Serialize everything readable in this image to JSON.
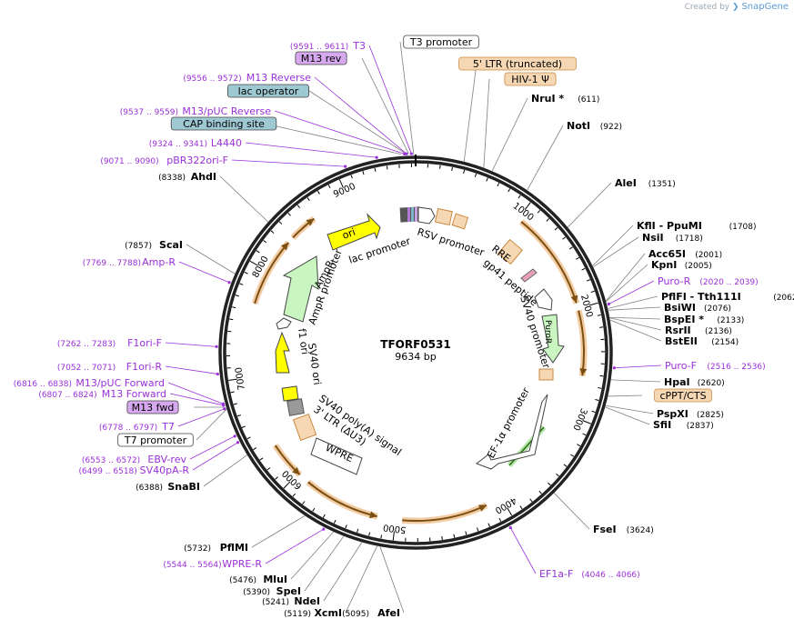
{
  "credit": {
    "prefix": "Created by",
    "brand": "SnapGene"
  },
  "plasmid": {
    "name": "TFORF0531",
    "size": "9634 bp",
    "length": 9634
  },
  "ticks": [
    "1000",
    "2000",
    "3000",
    "4000",
    "5000",
    "6000",
    "7000",
    "8000",
    "9000"
  ],
  "colors": {
    "enzyme": "#000000",
    "primer": "#9b30d9",
    "leader_enzyme": "#808080",
    "feature_orange_fill": "#f6d7b4",
    "feature_orange_stroke": "#c98a40",
    "feature_lilac": "#d6a8ef",
    "feature_blue": "#9ec9d3",
    "yellow": "#ffff00",
    "green": "#c8f5c0",
    "orf_stroke": "#e9a35a",
    "orf_core": "#7a4f12"
  },
  "labels": [
    {
      "id": "t3-primer",
      "kind": "primer",
      "text": "T3",
      "coord": "(9591 .. 9611)"
    },
    {
      "id": "m13rev-feature",
      "kind": "lilac",
      "text": "M13 rev"
    },
    {
      "id": "m13reverse-primer",
      "kind": "primer",
      "text": "M13 Reverse",
      "coord": "(9556 .. 9572)"
    },
    {
      "id": "lac-operator",
      "kind": "blue",
      "text": "lac operator"
    },
    {
      "id": "m13puc-reverse",
      "kind": "primer",
      "text": "M13/pUC Reverse",
      "coord": "(9537 .. 9559)"
    },
    {
      "id": "cap-binding-site",
      "kind": "blue",
      "text": "CAP binding site"
    },
    {
      "id": "l4440-primer",
      "kind": "primer",
      "text": "L4440",
      "coord": "(9324 .. 9341)"
    },
    {
      "id": "pbr322ori-primer",
      "kind": "primer",
      "text": "pBR322ori-F",
      "coord": "(9071 .. 9090)"
    },
    {
      "id": "ahdi-enzyme",
      "kind": "enzyme",
      "text": "AhdI",
      "coord": "(8338)"
    },
    {
      "id": "scai-enzyme",
      "kind": "enzyme",
      "text": "ScaI",
      "coord": "(7857)"
    },
    {
      "id": "ampr-primer",
      "kind": "primer",
      "text": "Amp-R",
      "coord": "(7769 .. 7788)"
    },
    {
      "id": "f1ori-f-primer",
      "kind": "primer",
      "text": "F1ori-F",
      "coord": "(7262 .. 7283)"
    },
    {
      "id": "f1ori-r-primer",
      "kind": "primer",
      "text": "F1ori-R",
      "coord": "(7052 .. 7071)"
    },
    {
      "id": "m13puc-forward",
      "kind": "primer",
      "text": "M13/pUC Forward",
      "coord": "(6816 .. 6838)"
    },
    {
      "id": "m13-forward",
      "kind": "primer",
      "text": "M13 Forward",
      "coord": "(6807 .. 6824)"
    },
    {
      "id": "m13fwd-feature",
      "kind": "lilac",
      "text": "M13 fwd"
    },
    {
      "id": "t7-primer",
      "kind": "primer",
      "text": "T7",
      "coord": "(6778 .. 6797)"
    },
    {
      "id": "t7-promoter",
      "kind": "white",
      "text": "T7 promoter"
    },
    {
      "id": "ebvrev-primer",
      "kind": "primer",
      "text": "EBV-rev",
      "coord": "(6553 .. 6572)"
    },
    {
      "id": "sv40pa-primer",
      "kind": "primer",
      "text": "SV40pA-R",
      "coord": "(6499 .. 6518)"
    },
    {
      "id": "snabi-enzyme",
      "kind": "enzyme",
      "text": "SnaBI",
      "coord": "(6388)"
    },
    {
      "id": "pfimi-enzyme",
      "kind": "enzyme",
      "text": "PflMI",
      "coord": "(5732)"
    },
    {
      "id": "wpre-primer",
      "kind": "primer",
      "text": "WPRE-R",
      "coord": "(5544 .. 5564)"
    },
    {
      "id": "mlui-enzyme",
      "kind": "enzyme",
      "text": "MluI",
      "coord": "(5476)"
    },
    {
      "id": "spei-enzyme",
      "kind": "enzyme",
      "text": "SpeI",
      "coord": "(5390)"
    },
    {
      "id": "ndei-enzyme",
      "kind": "enzyme",
      "text": "NdeI",
      "coord": "(5241)"
    },
    {
      "id": "xcmi-enzyme",
      "kind": "enzyme",
      "text": "XcmI",
      "coord": "(5119)"
    },
    {
      "id": "afei-enzyme",
      "kind": "enzyme",
      "text": "AfeI",
      "coord": "(5095)"
    },
    {
      "id": "ef1a-primer",
      "kind": "primer",
      "text": "EF1a-F",
      "coord": "(4046 .. 4066)"
    },
    {
      "id": "fsei-enzyme",
      "kind": "enzyme",
      "text": "FseI",
      "coord": "(3624)"
    },
    {
      "id": "sfii-enzyme",
      "kind": "enzyme",
      "text": "SfiI",
      "coord": "(2837)"
    },
    {
      "id": "pspxi-enzyme",
      "kind": "enzyme",
      "text": "PspXI",
      "coord": "(2825)"
    },
    {
      "id": "cppt-cts",
      "kind": "orange",
      "text": "cPPT/CTS"
    },
    {
      "id": "hpai-enzyme",
      "kind": "enzyme",
      "text": "HpaI",
      "coord": "(2620)"
    },
    {
      "id": "purof-primer",
      "kind": "primer",
      "text": "Puro-F",
      "coord": "(2516 .. 2536)"
    },
    {
      "id": "bsteii-enzyme",
      "kind": "enzyme",
      "text": "BstEII",
      "coord": "(2154)"
    },
    {
      "id": "rsrii-enzyme",
      "kind": "enzyme",
      "text": "RsrII",
      "coord": "(2136)"
    },
    {
      "id": "bspei-enzyme",
      "kind": "enzyme",
      "text": "BspEI *",
      "coord": "(2133)"
    },
    {
      "id": "bsiwi-enzyme",
      "kind": "enzyme",
      "text": "BsiWI",
      "coord": "(2076)"
    },
    {
      "id": "pflfi-enzyme",
      "kind": "enzyme",
      "text": "PflFI  - Tth111I",
      "coord": "(2062)"
    },
    {
      "id": "puror-primer",
      "kind": "primer",
      "text": "Puro-R",
      "coord": "(2020 .. 2039)"
    },
    {
      "id": "kpni-enzyme",
      "kind": "enzyme",
      "text": "KpnI",
      "coord": "(2005)"
    },
    {
      "id": "acc65i-enzyme",
      "kind": "enzyme",
      "text": "Acc65I",
      "coord": "(2001)"
    },
    {
      "id": "nsii-enzyme",
      "kind": "enzyme",
      "text": "NsiI",
      "coord": "(1718)"
    },
    {
      "id": "kfli-enzyme",
      "kind": "enzyme",
      "text": "KflI  - PpuMI",
      "coord": "(1708)"
    },
    {
      "id": "alei-enzyme",
      "kind": "enzyme",
      "text": "AleI",
      "coord": "(1351)"
    },
    {
      "id": "noti-enzyme",
      "kind": "enzyme",
      "text": "NotI",
      "coord": "(922)"
    },
    {
      "id": "nrui-enzyme",
      "kind": "enzyme",
      "text": "NruI *",
      "coord": "(611)"
    },
    {
      "id": "hiv1-psi",
      "kind": "orange",
      "text": "HIV-1 Ψ"
    },
    {
      "id": "ltr5",
      "kind": "orange",
      "text": "5' LTR (truncated)"
    },
    {
      "id": "t3-promoter",
      "kind": "white",
      "text": "T3 promoter"
    }
  ],
  "inner_labels": {
    "rsv_promoter": "RSV promoter",
    "rre": "RRE",
    "gp41": "gp41 peptide",
    "sv40_promoter": "SV40 promoter",
    "puror": "PuroR",
    "ef1a_promoter": "EF-1α promoter",
    "wpre": "WPRE",
    "ltr3": "3' LTR (ΔU3)",
    "sv40_polya": "SV40 poly(A) signal",
    "sv40_ori": "SV40 ori",
    "f1_ori": "f1 ori",
    "ampr_promoter": "AmpR promoter",
    "ampr": "AmpR",
    "ori": "ori",
    "lac_promoter": "lac promoter"
  }
}
